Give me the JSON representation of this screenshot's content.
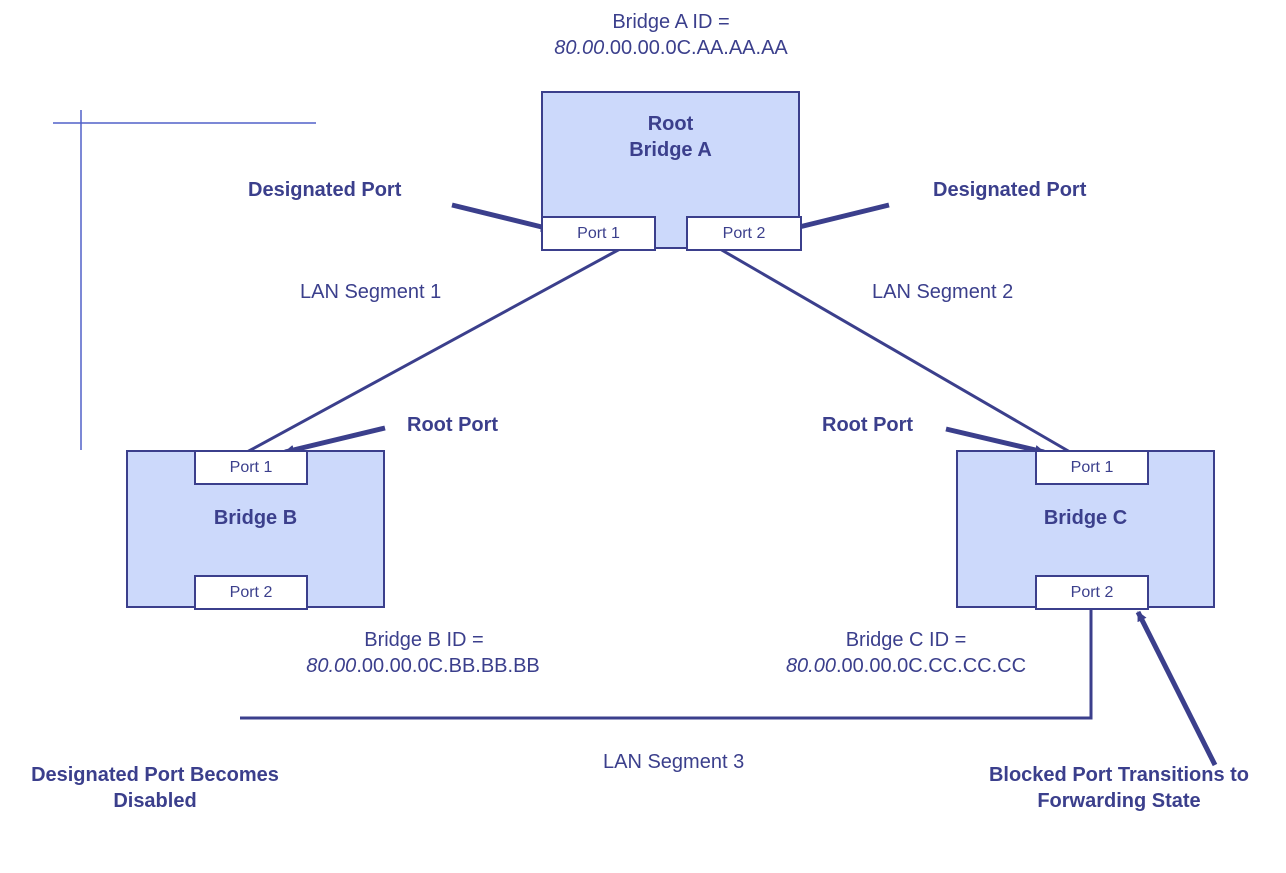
{
  "bridges": {
    "a": {
      "title_line1": "Root",
      "title_line2": "Bridge A",
      "port1": "Port 1",
      "port2": "Port 2",
      "id_label": "Bridge A ID =",
      "id_priority": "80.00",
      "id_mac": ".00.00.0C.AA.AA.AA"
    },
    "b": {
      "title": "Bridge B",
      "port1": "Port 1",
      "port2": "Port 2",
      "id_label": "Bridge B ID =",
      "id_priority": "80.00",
      "id_mac": ".00.00.0C.BB.BB.BB"
    },
    "c": {
      "title": "Bridge C",
      "port1": "Port 1",
      "port2": "Port 2",
      "id_label": "Bridge C ID =",
      "id_priority": "80.00",
      "id_mac": ".00.00.0C.CC.CC.CC"
    }
  },
  "segments": {
    "s1": "LAN Segment 1",
    "s2": "LAN Segment 2",
    "s3": "LAN Segment 3"
  },
  "annotations": {
    "designated_left": "Designated Port",
    "designated_right": "Designated Port",
    "root_port_b": "Root Port",
    "root_port_c": "Root Port",
    "disabled_line1": "Designated Port Becomes",
    "disabled_line2": "Disabled",
    "blocked_line1": "Blocked Port Transitions to",
    "blocked_line2": "Forwarding State"
  },
  "colors": {
    "line": "#3b3f8c",
    "box_fill": "#ccd9fb",
    "guide": "#5060c8"
  }
}
